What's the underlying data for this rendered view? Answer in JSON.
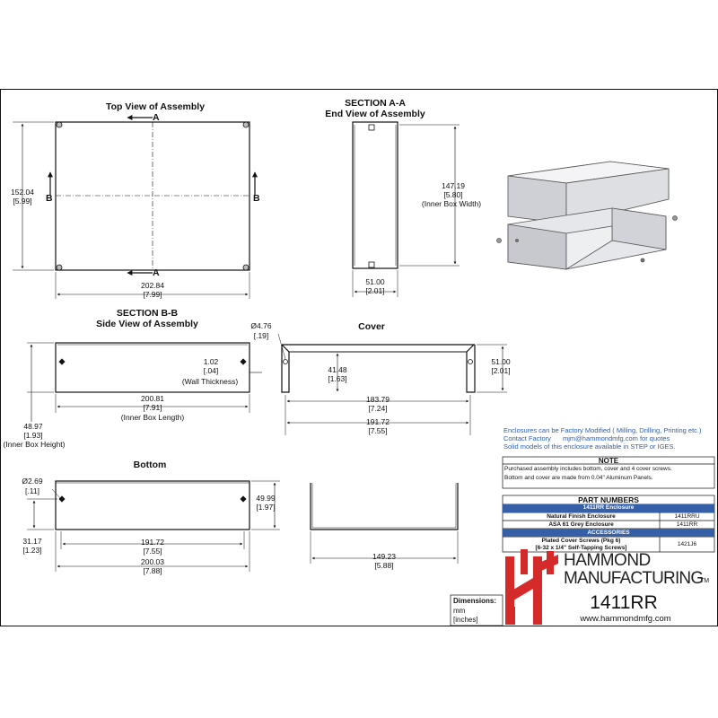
{
  "views": {
    "top": {
      "title": "Top View of Assembly",
      "section_a": "A",
      "section_b": "B",
      "height_mm": "152.04",
      "height_in": "[5.99]",
      "width_mm": "202.84",
      "width_in": "[7.99]"
    },
    "end": {
      "title1": "SECTION A-A",
      "title2": "End View of Assembly",
      "height_mm": "147.19",
      "height_in": "[5.80]",
      "height_note": "(Inner Box Width)",
      "width_mm": "51.00",
      "width_in": "[2.01]"
    },
    "side": {
      "title1": "SECTION B-B",
      "title2": "Side View of Assembly",
      "wall_mm": "1.02",
      "wall_in": "[.04]",
      "wall_note": "(Wall Thickness)",
      "length_mm": "200.81",
      "length_in": "[7.91]",
      "length_note": "(Inner Box Length)",
      "height_mm": "48.97",
      "height_in": "[1.93]",
      "height_note": "(Inner Box Height)"
    },
    "cover": {
      "title": "Cover",
      "hole_mm": "Ø4.76",
      "hole_in": "[.19]",
      "inner_h_mm": "41.48",
      "inner_h_in": "[1.63]",
      "height_mm": "51.00",
      "height_in": "[2.01]",
      "hole_span_mm": "183.79",
      "hole_span_in": "[7.24]",
      "width_mm": "191.72",
      "width_in": "[7.55]"
    },
    "bottom": {
      "title": "Bottom",
      "hole_mm": "Ø2.69",
      "hole_in": "[.11]",
      "height_mm": "49.99",
      "height_in": "[1.97]",
      "hole_h_mm": "31.17",
      "hole_h_in": "[1.23]",
      "hole_span_mm": "191.72",
      "hole_span_in": "[7.55]",
      "width_mm": "200.03",
      "width_in": "[7.88]",
      "end_width_mm": "149.23",
      "end_width_in": "[5.88]"
    }
  },
  "notice": {
    "line1": "Enclosures can be Factory Modified ( Milling, Drilling, Printing etc.)",
    "line2_a": "Contact Factory",
    "line2_b": "mjm@hammondmfg.com for quotes",
    "line3": "Solid models of this enclosure available in STEP or IGES."
  },
  "note_table": {
    "header": "NOTE",
    "line1": "Purchased assembly includes bottom, cover and 4 cover screws.",
    "line2": "Bottom and cover are made from 0.04\" Aluminum Panels."
  },
  "parts_table": {
    "header": "PART NUMBERS",
    "subheader": "1411RR Enclosure",
    "rows": [
      {
        "desc": "Natural Finish Enclosure",
        "part": "1411RRU"
      },
      {
        "desc": "ASA 61 Grey Enclosure",
        "part": "1411RR"
      }
    ],
    "accessories_header": "ACCESSORIES",
    "accessory_desc1": "Plated Cover Screws (Pkg 6)",
    "accessory_desc2": "[6-32 x 1/4\" Self-Tapping Screws]",
    "accessory_part": "1421J6"
  },
  "dimensions_box": {
    "label": "Dimensions:",
    "unit1": "mm",
    "unit2": "[inches]"
  },
  "brand": {
    "name1": "HAMMOND",
    "name2": "MANUFACTURING",
    "tm": "TM",
    "model": "1411RR",
    "website": "www.hammondmfg.com",
    "logo_color": "#d42a2a"
  },
  "colors": {
    "accent_blue": "#2b5fb0",
    "table_header_blue": "#3560a8",
    "enclosure_grey": "#d9d9de"
  }
}
